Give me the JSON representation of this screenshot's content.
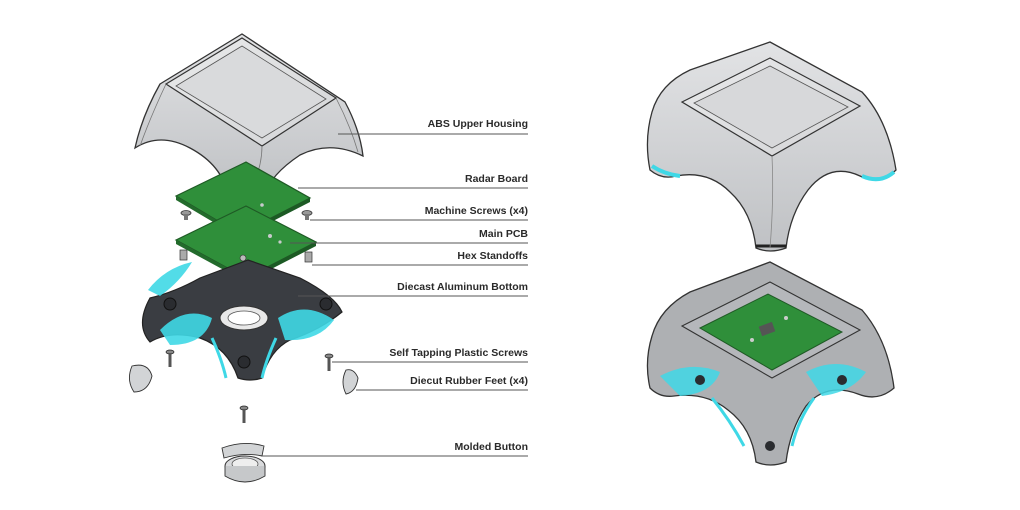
{
  "labels": [
    {
      "key": "abs_upper_housing",
      "text": "ABS Upper Housing"
    },
    {
      "key": "radar_board",
      "text": "Radar Board"
    },
    {
      "key": "machine_screws",
      "text": "Machine Screws (x4)"
    },
    {
      "key": "main_pcb",
      "text": "Main PCB"
    },
    {
      "key": "hex_standoffs",
      "text": "Hex Standoffs"
    },
    {
      "key": "diecast_bottom",
      "text": "Diecast Aluminum Bottom"
    },
    {
      "key": "self_tapping_screws",
      "text": "Self Tapping Plastic Screws"
    },
    {
      "key": "rubber_feet",
      "text": "Diecut Rubber Feet (x4)"
    },
    {
      "key": "molded_button",
      "text": "Molded Button"
    }
  ],
  "colors": {
    "pcb_green": "#2f8f3a",
    "cyan_accent": "#3fd8e6",
    "housing_gray": "#d2d4d6",
    "base_dark": "#3a3d42",
    "leader_line": "#555555"
  }
}
